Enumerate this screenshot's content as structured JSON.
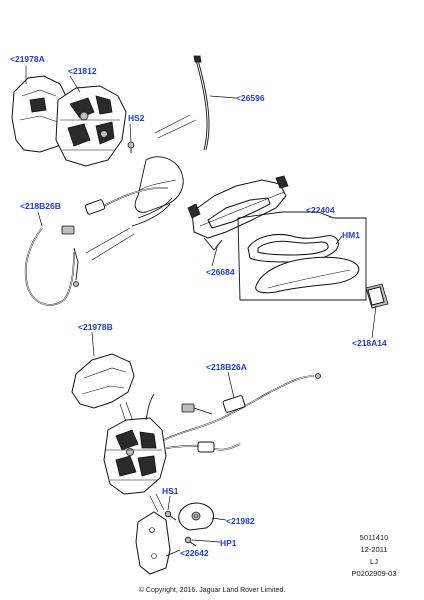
{
  "labels": {
    "l_21978A": "<21978A",
    "l_21812": "<21812",
    "l_26596": "<26596",
    "l_HS2": "HS2",
    "l_218B26B": "<218B26B",
    "l_22404": "<22404",
    "l_HM1": "HM1",
    "l_26684": "<26684",
    "l_218A14": "<218A14",
    "l_21978B": "<21978B",
    "l_218B26A": "<218B26A",
    "l_HS1": "HS1",
    "l_21982": "<21982",
    "l_HP1": "HP1",
    "l_22642": "<22642"
  },
  "ref": {
    "code1": "5011410",
    "code2": "12-2011",
    "code3": "LJ",
    "code4": "P0202909-03"
  },
  "copyright": "© Copyright, 2016. Jaguar Land Rover Limited."
}
